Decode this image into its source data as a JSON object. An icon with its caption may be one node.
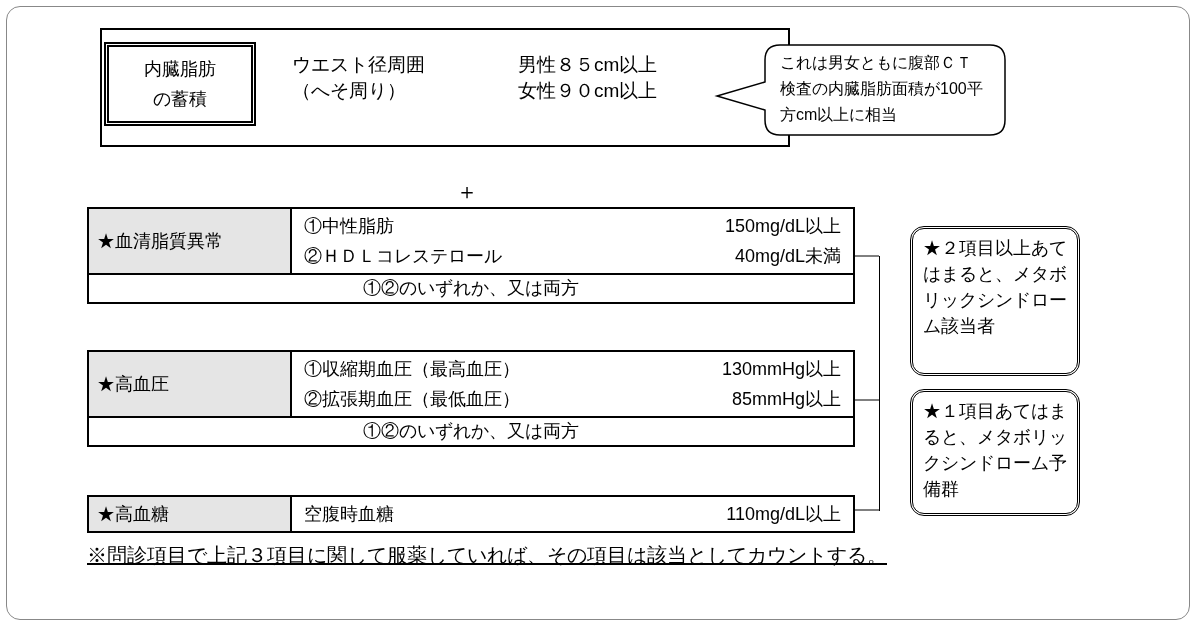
{
  "diagram": {
    "nodes": [
      {
        "text": [
          "ウエスト径周囲（へそ周り）",
          "男性８５cm以上女性９０cm以上"
        ]
      },
      {
        "text": [
          "内臓脂肪の蓄積"
        ],
        "in": 0
      },
      {
        "text": [
          "これは男女ともに腹部ＣＴ検査の内臓脂肪面積が100平方cm以上に相当"
        ]
      },
      {
        "text": [
          "★血清脂質異常",
          "①中性脂肪",
          "150mg/dL以上",
          "②ＨＤＬコレステロール",
          "40mg/dL未満",
          "①②のいずれか、又は両方"
        ]
      },
      {
        "text": [
          "★高血圧",
          "①収縮期血圧（最高血圧）",
          "130mmHg以上",
          "②拡張期血圧（最低血圧）",
          "85mmHg以上",
          "①②のいずれか、又は両方"
        ]
      },
      {
        "text": [
          "★高血糖",
          "空腹時血糖",
          "110mg/dL以上"
        ]
      },
      {
        "text": [
          "★２項目以上あてはまると、メタボリックシンドローム該当者"
        ]
      },
      {
        "text": [
          "★１項目あてはまると、メタボリックシンドローム予備群"
        ]
      },
      {
        "text": [],
        "shape": "bar"
      }
    ],
    "edges": [
      {
        "from": 3,
        "to": 8,
        "arrow": "none"
      },
      {
        "from": 4,
        "to": 8,
        "arrow": "none"
      },
      {
        "from": 5,
        "to": 8,
        "arrow": "none"
      }
    ],
    "labels": [
      "＋",
      "※問診項目で上記３項目に関して服薬していれば、その項目は該当としてカウントする。"
    ]
  }
}
